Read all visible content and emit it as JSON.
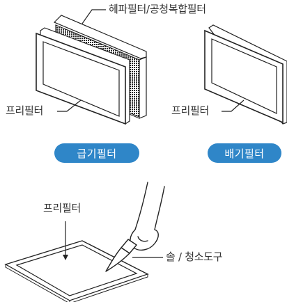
{
  "labels": {
    "hepa_filter": "헤파필터/공청복합필터",
    "pre_filter_supply": "프리필터",
    "pre_filter_exhaust": "프리필터",
    "pre_filter_cleaning": "프리필터",
    "brush": "솔 / 청소도구"
  },
  "badges": {
    "supply": "급기필터",
    "exhaust": "배기필터"
  },
  "colors": {
    "badge_fill": "#2f86c8",
    "line": "#222222",
    "text": "#333333"
  }
}
